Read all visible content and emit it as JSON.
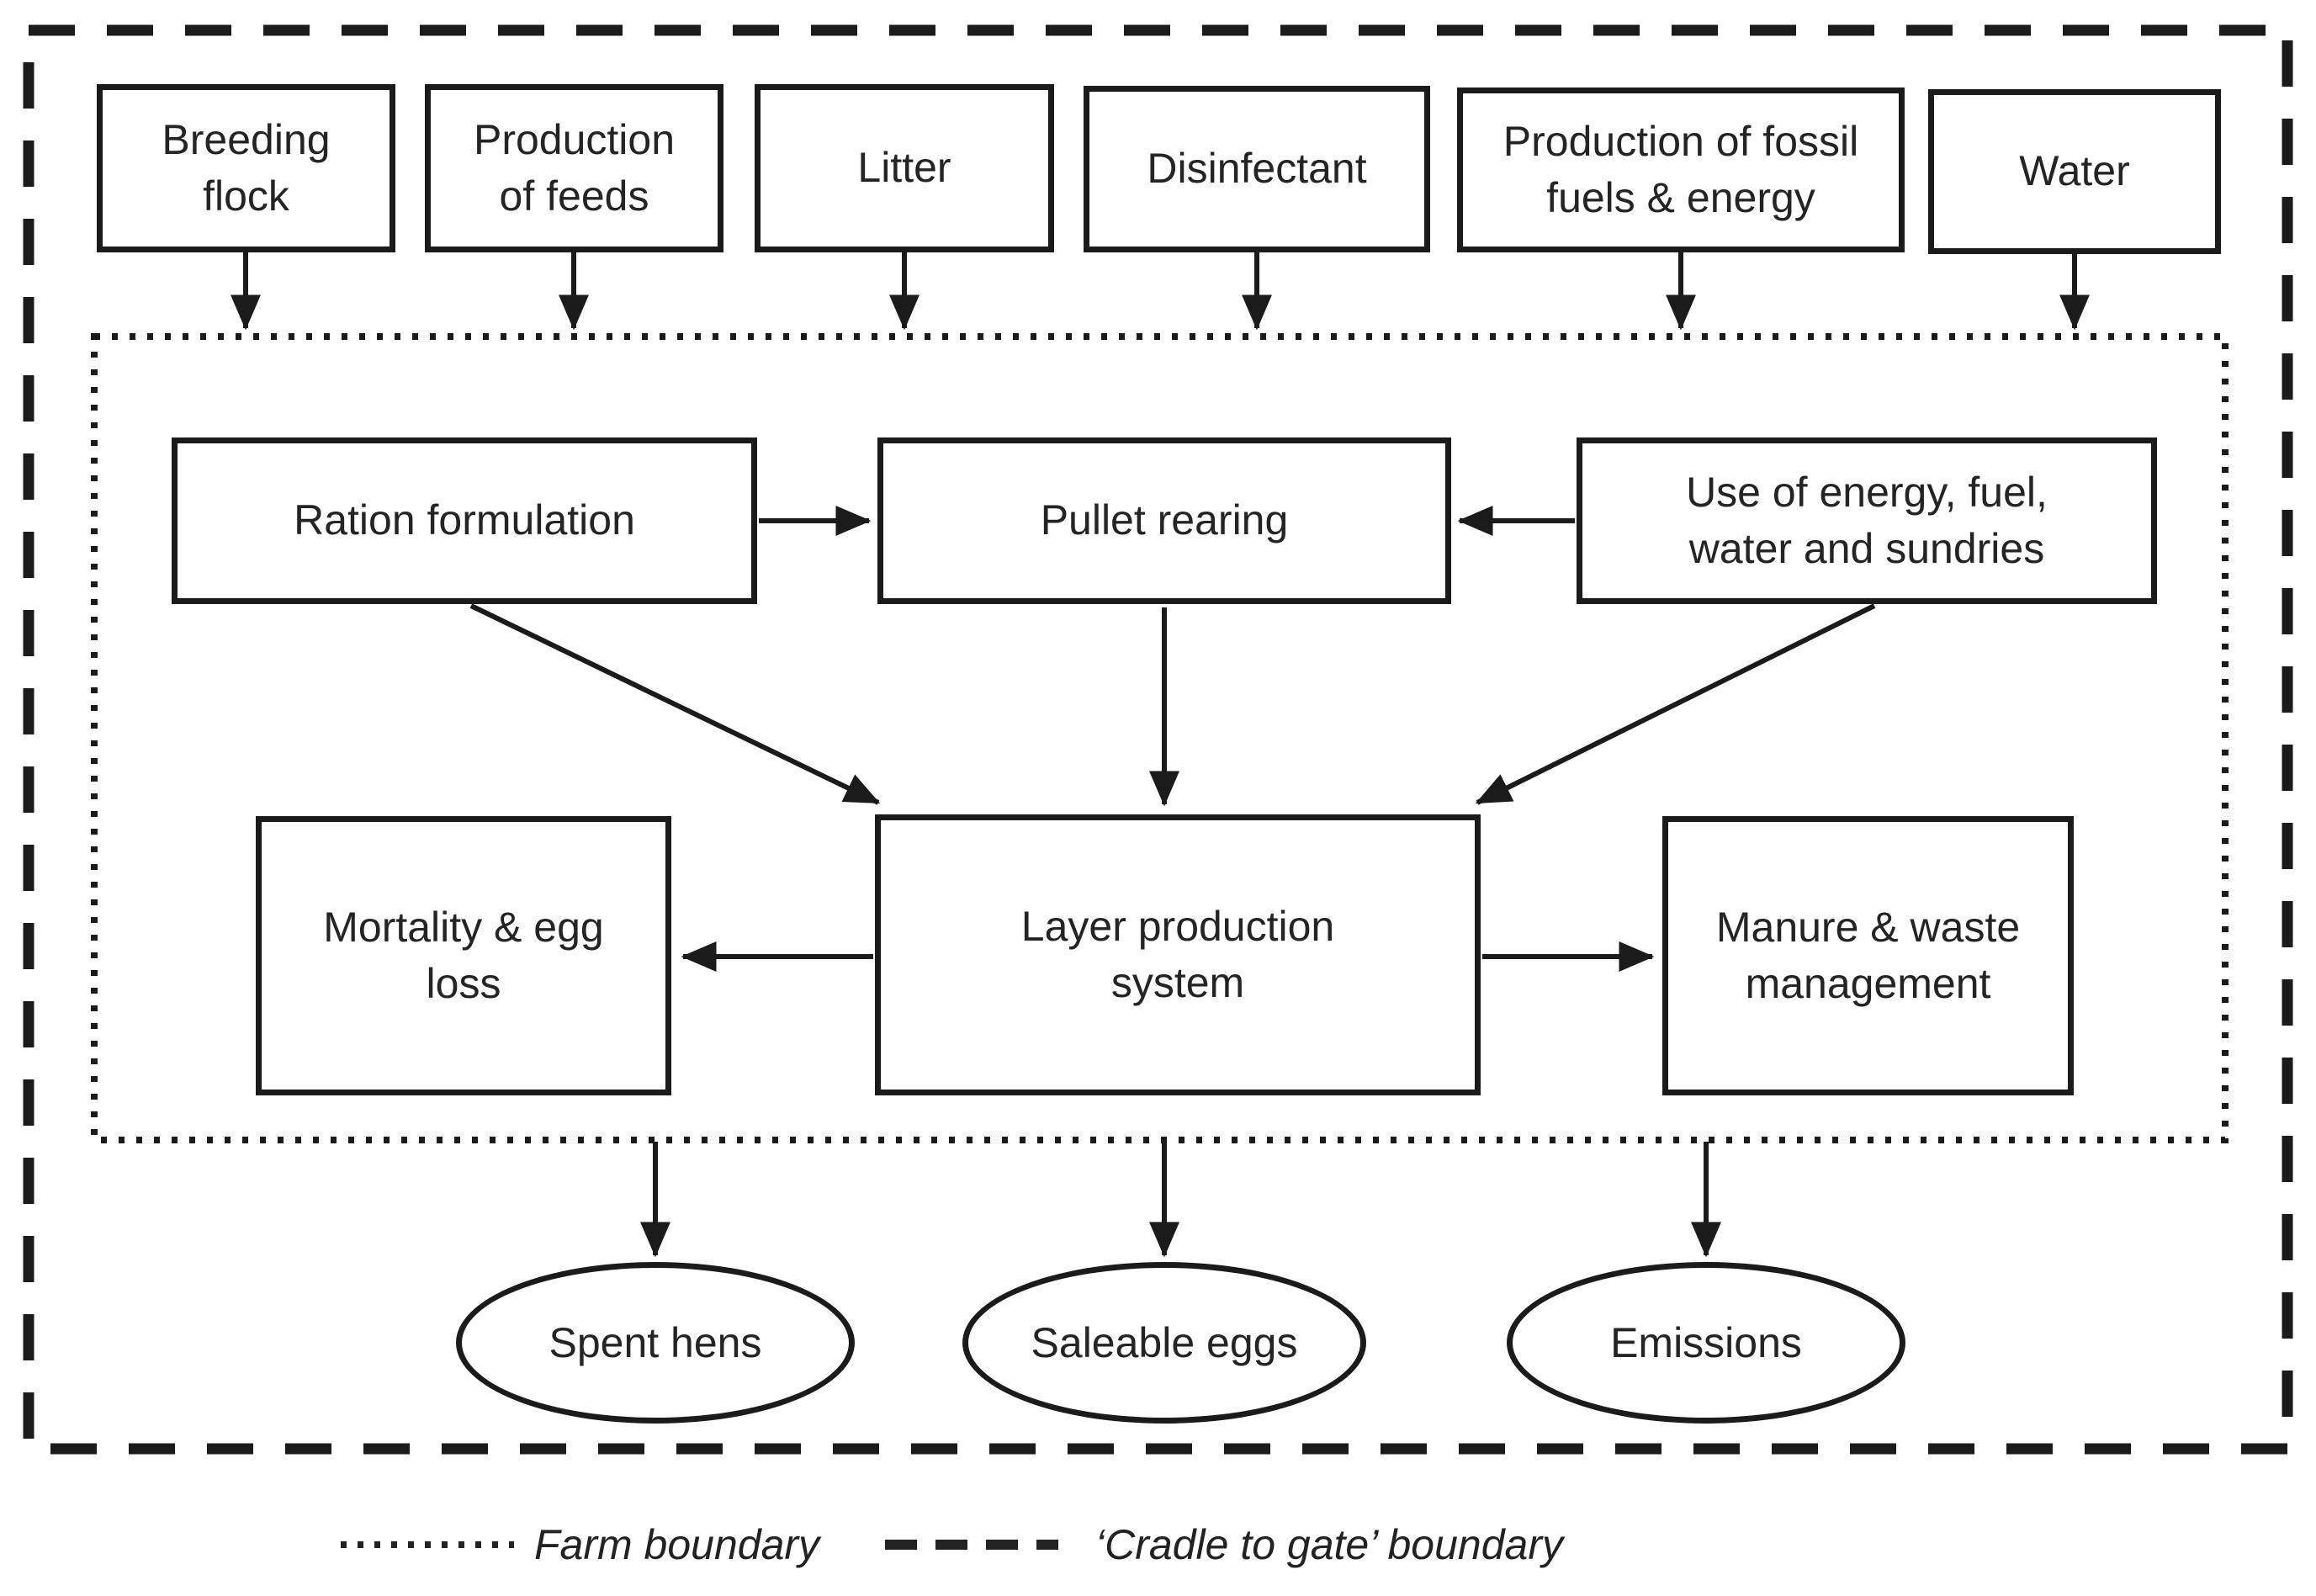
{
  "diagram": {
    "title_semantics": "Cradle-to-gate system boundary of an egg layer production system",
    "colors": {
      "ink": "#1b1b1b",
      "background": "#ffffff"
    },
    "top_inputs": [
      {
        "label": "Breeding flock"
      },
      {
        "label": "Production of feeds"
      },
      {
        "label": "Litter"
      },
      {
        "label": "Disinfectant"
      },
      {
        "label": "Production of fossil fuels & energy"
      },
      {
        "label": "Water"
      }
    ],
    "farm_processes": {
      "ration": "Ration formulation",
      "pullet": "Pullet rearing",
      "energy_use": "Use of energy, fuel, water and sundries",
      "mortality": "Mortality & egg loss",
      "layer": "Layer production system",
      "manure": "Manure & waste management"
    },
    "outputs": [
      {
        "label": "Spent hens"
      },
      {
        "label": "Saleable eggs"
      },
      {
        "label": "Emissions"
      }
    ],
    "legend": [
      {
        "style": "dotted",
        "label": "Farm boundary"
      },
      {
        "style": "dashed",
        "label": "‘Cradle to gate’ boundary"
      }
    ]
  }
}
